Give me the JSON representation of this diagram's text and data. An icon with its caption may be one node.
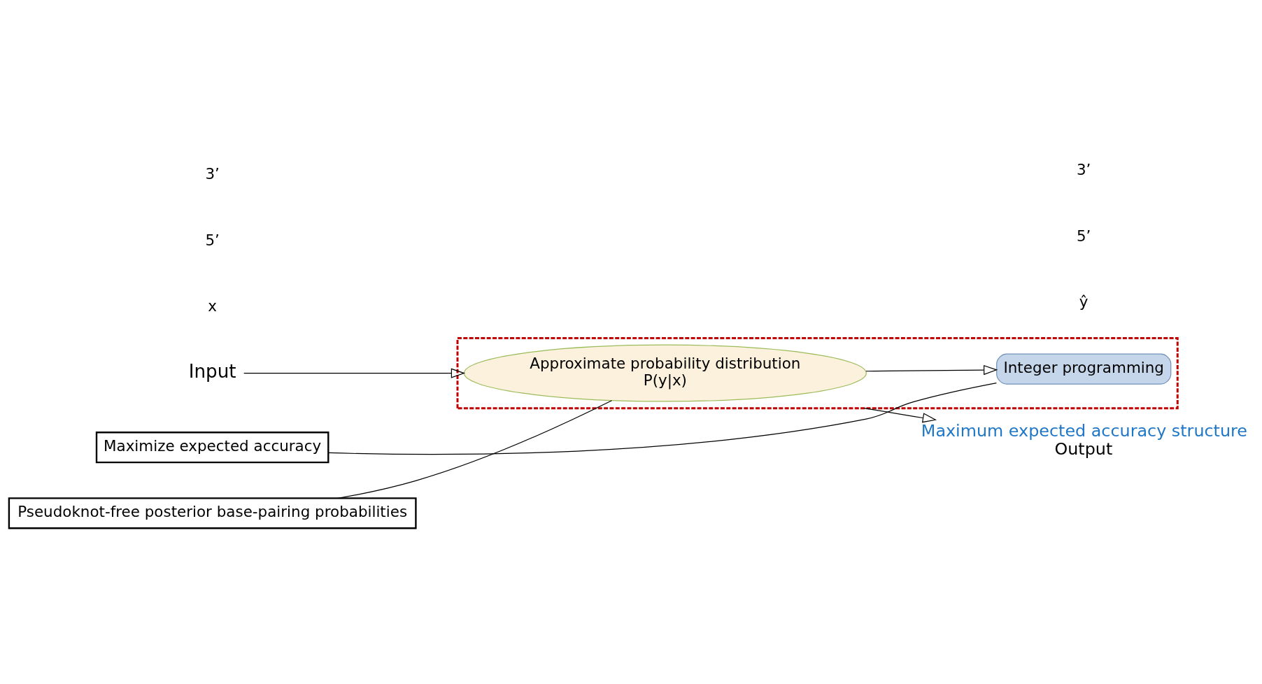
{
  "diagram": {
    "nodes": [
      {
        "text": [
          "Input"
        ]
      },
      {
        "text": [],
        "shape": "box"
      },
      {
        "text": [
          "Approximate probability distribution",
          "P(y|x)"
        ],
        "in": 1
      },
      {
        "text": [
          "Integer programming"
        ],
        "in": 1
      },
      {
        "text": [
          "Pseudoknot-free posterior base-pairing probabilities"
        ]
      },
      {
        "text": [
          "Maximize expected accuracy"
        ]
      },
      {
        "text": [
          "Maximum expected accuracy structure",
          "Output"
        ]
      }
    ],
    "edges": [
      {
        "from": 0,
        "to": 2,
        "arrow": "to"
      },
      {
        "from": 2,
        "to": 3,
        "arrow": "to"
      },
      {
        "from": 1,
        "to": 6,
        "arrow": "to"
      },
      {
        "from": 4,
        "to": 2,
        "arrow": "none"
      },
      {
        "from": 5,
        "to": 3,
        "arrow": "none"
      }
    ],
    "labels": [
      "x",
      "5’",
      "3’",
      "ŷ",
      "5’",
      "3’"
    ]
  }
}
